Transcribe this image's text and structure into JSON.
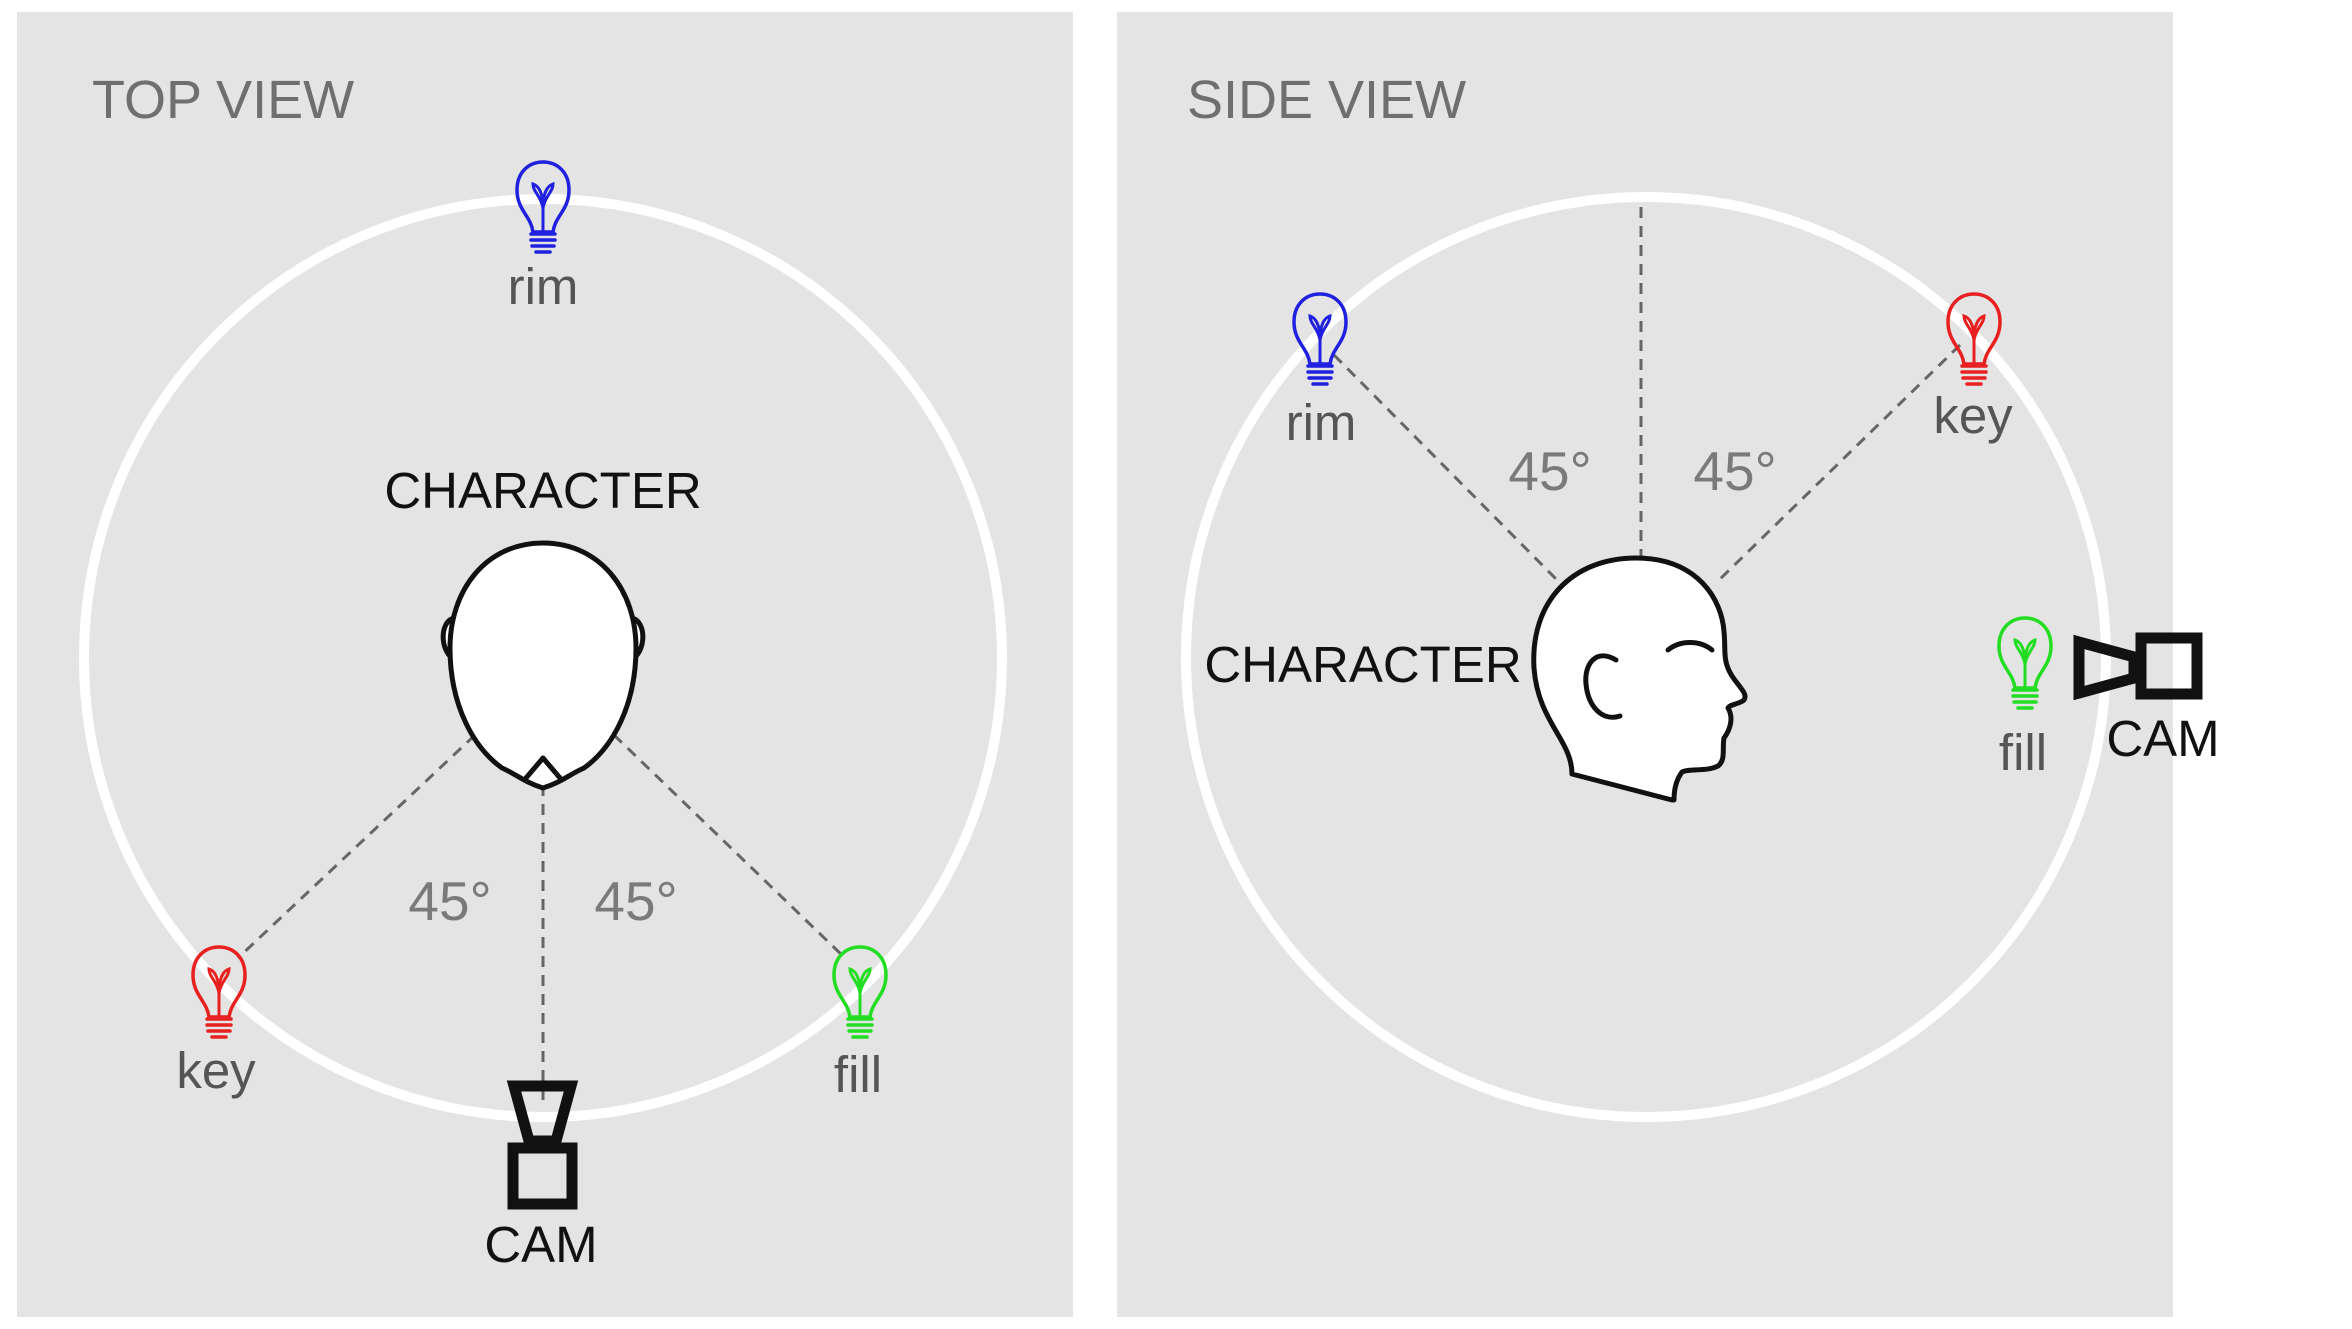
{
  "top_view": {
    "title": "TOP VIEW",
    "character_label": "CHARACTER",
    "angle_left": "45°",
    "angle_right": "45°",
    "lights": [
      {
        "label": "rim",
        "color": "#2020e0",
        "icon": "lightbulb-icon"
      },
      {
        "label": "key",
        "color": "#e82020",
        "icon": "lightbulb-icon"
      },
      {
        "label": "fill",
        "color": "#22dd22",
        "icon": "lightbulb-icon"
      }
    ],
    "camera_label": "CAM"
  },
  "side_view": {
    "title": "SIDE VIEW",
    "character_label": "CHARACTER",
    "angle_left": "45°",
    "angle_right": "45°",
    "lights": [
      {
        "label": "rim",
        "color": "#2020e0",
        "icon": "lightbulb-icon"
      },
      {
        "label": "key",
        "color": "#e82020",
        "icon": "lightbulb-icon"
      },
      {
        "label": "fill",
        "color": "#22dd22",
        "icon": "lightbulb-icon"
      }
    ],
    "camera_label": "CAM"
  },
  "colors": {
    "panel_background": "#e4e4e4",
    "ring": "#ffffff",
    "rim_light": "#2020e0",
    "key_light": "#e82020",
    "fill_light": "#22dd22"
  }
}
